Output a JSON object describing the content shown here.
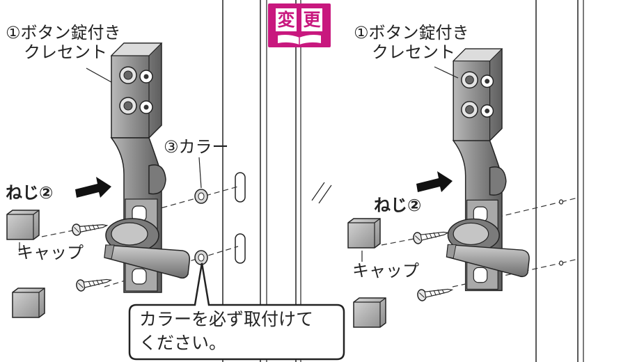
{
  "badge": {
    "char1": "変",
    "char2": "更"
  },
  "left_panel": {
    "crescent_label_line1": "①ボタン錠付き",
    "crescent_label_line2": "クレセント",
    "collar_label": "③カラー",
    "screw_label": "ねじ②",
    "cap_label": "キャップ"
  },
  "right_panel": {
    "crescent_label_line1": "①ボタン錠付き",
    "crescent_label_line2": "クレセント",
    "screw_label": "ねじ②",
    "cap_label": "キャップ"
  },
  "callout": {
    "line1": "カラーを必ず取付けて",
    "line2": "ください。"
  },
  "colors": {
    "accent": "#c8187e",
    "line": "#222222",
    "device_dark": "#8a8a8a",
    "device_light": "#c9c9c9"
  }
}
